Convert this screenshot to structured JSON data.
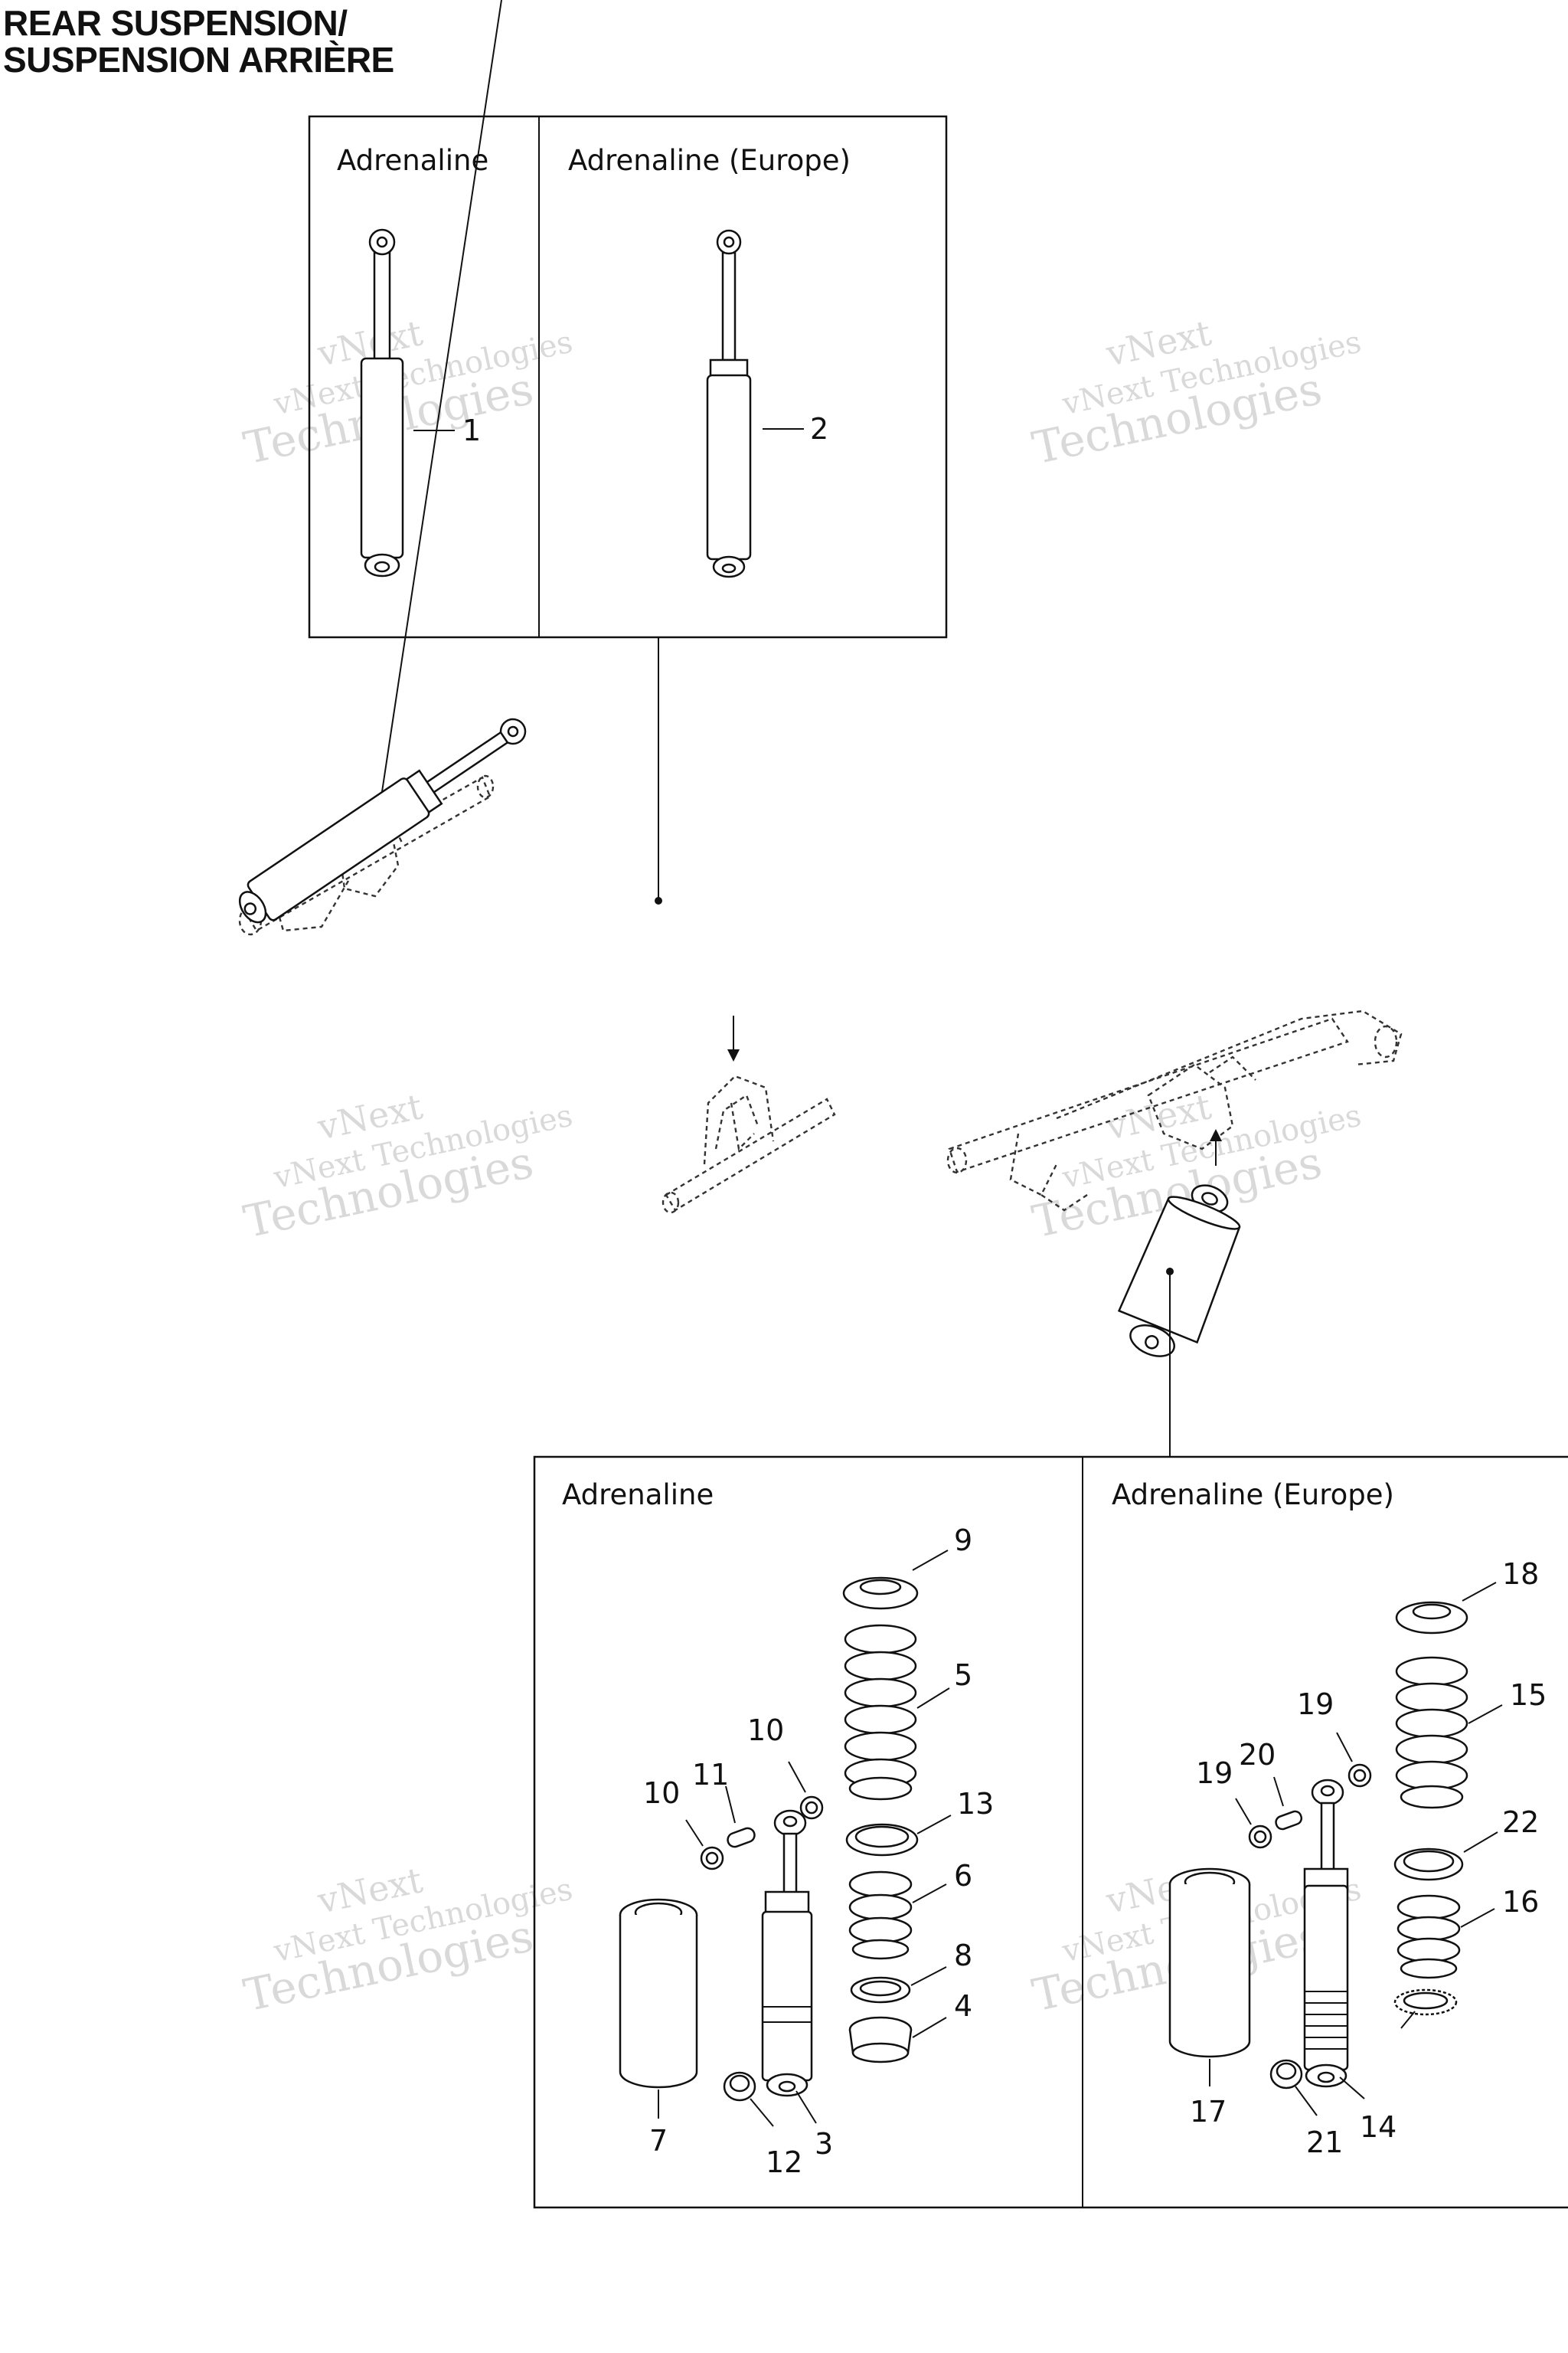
{
  "title": {
    "line1": "REAR SUSPENSION/",
    "line2": "SUSPENSION ARRIÈRE"
  },
  "watermark": {
    "line1": "vNext",
    "line2": "vNext Technologies",
    "line3": "Technologies"
  },
  "top_panel": {
    "left_label": "Adrenaline",
    "right_label": "Adrenaline (Europe)"
  },
  "bottom_panel": {
    "left_label": "Adrenaline",
    "right_label": "Adrenaline (Europe)"
  },
  "callouts": {
    "c1": "1",
    "c2": "2",
    "c3": "3",
    "c4": "4",
    "c5": "5",
    "c6": "6",
    "c7": "7",
    "c8": "8",
    "c9": "9",
    "c10a": "10",
    "c10b": "10",
    "c11": "11",
    "c12": "12",
    "c13": "13",
    "c14": "14",
    "c15": "15",
    "c16": "16",
    "c17": "17",
    "c18": "18",
    "c19a": "19",
    "c19b": "19",
    "c20": "20",
    "c21": "21",
    "c22": "22"
  }
}
